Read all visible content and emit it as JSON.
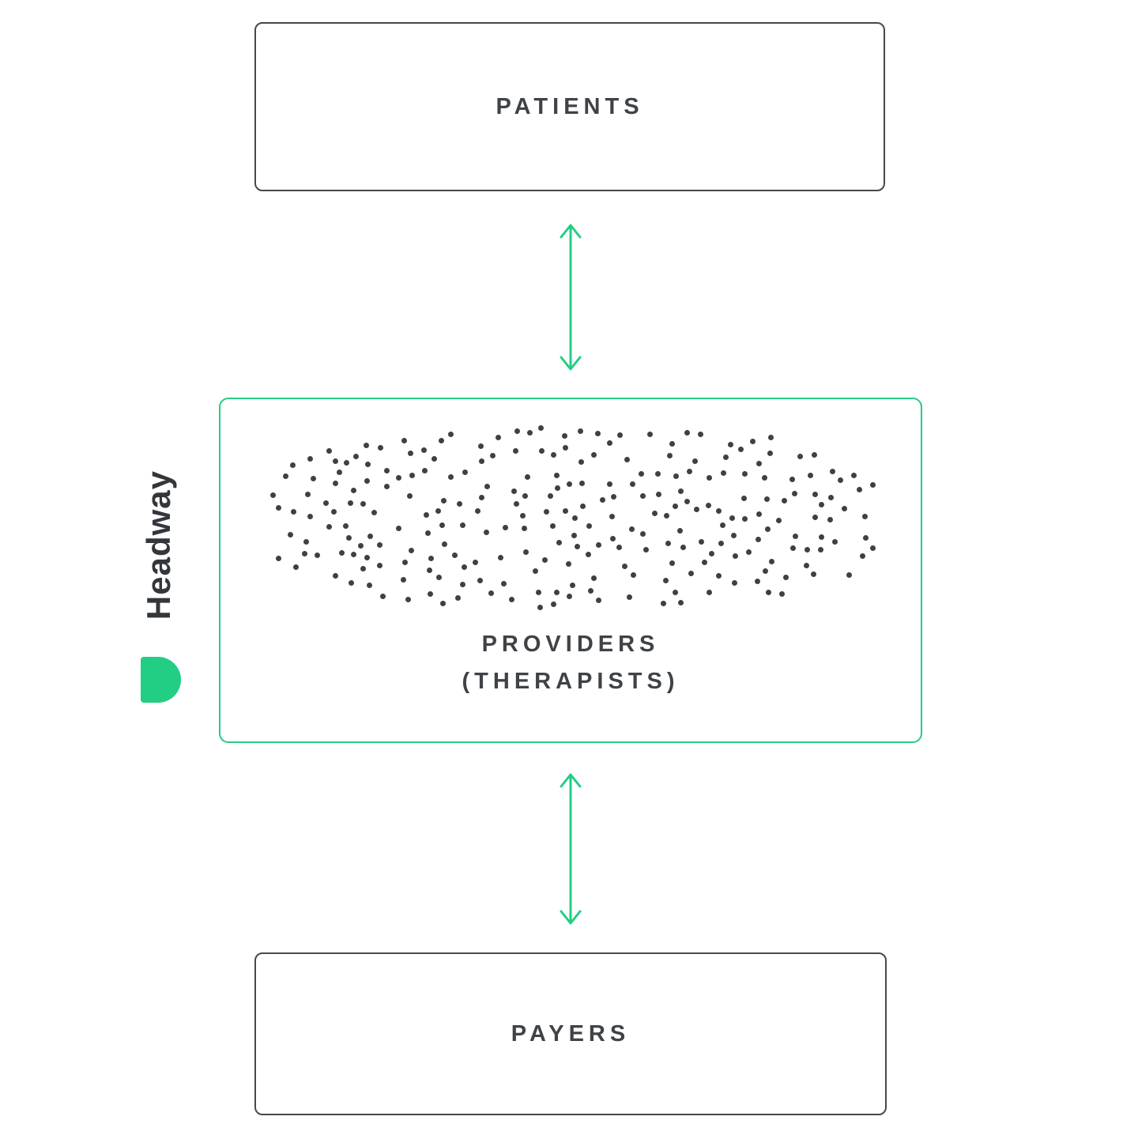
{
  "brand": {
    "name": "Headway",
    "accent_green": "#22ce83",
    "text_dark": "#3f4347"
  },
  "diagram": {
    "patients": {
      "label": "PATIENTS"
    },
    "providers": {
      "label_line1": "PROVIDERS",
      "label_line2": "(THERAPISTS)"
    },
    "payers": {
      "label": "PAYERS"
    }
  },
  "dots": {
    "description": "scatter of dots representing many individual providers",
    "count": 255,
    "size": 7,
    "color": "#3d4145",
    "region_width": 770,
    "region_height": 228,
    "seed": 20240817,
    "min_distance": 14
  }
}
